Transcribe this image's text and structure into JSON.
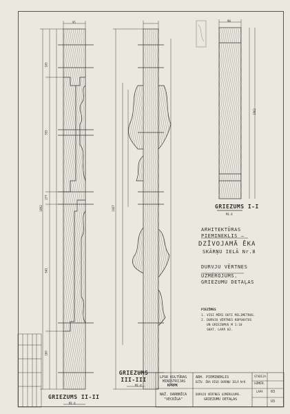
{
  "sections": {
    "s1": {
      "label": "GRIEZUMS II-II",
      "scale": "M1:4"
    },
    "s2": {
      "label": "GRIEZUMS III-III",
      "scale": "M1:4"
    },
    "s3": {
      "label": "GRIEZUMS I-I",
      "scale": "M1:4"
    }
  },
  "heading": {
    "line1": "ARHITEKTŪRAS",
    "line2": "PIEMINEKLIS —",
    "line3": "DZĪVOJAMĀ ĒKA",
    "line4": "SKĀRŅU IELĀ Nr.8"
  },
  "subheading": {
    "line1": "DURVJU VĒRTNES",
    "line2": "UZMĒROJUMS.",
    "line3": "GRIEZUMU DETAĻAS"
  },
  "notes": {
    "title": "PIEZĪMES",
    "n1": "1. VISI MĒRI DOTI MILIMETROS.",
    "n2": "2. DURVJU VĒRTNES KOPSKATUS",
    "n3": "UN GRIEZUMUS M 1:10",
    "n4": "SKAT. LAPĀ 02."
  },
  "title_block": {
    "org1": "LPSR KULTŪRAS",
    "org2": "MINISTRIJAS",
    "org3": "KPRPK",
    "obj1": "ARH. PIEMINEKLIS",
    "obj2": "DZĪV. ĒKA RĪGĀ SKĀRŅU IELĀ Nr8",
    "sheet_title1": "DURVJU VĒRTNES UZMĒROJUMS.",
    "sheet_title2": "GRIEZUMU DETAĻAS",
    "dept": "NAŽ. DARBNĪCA",
    "dept2": "\"VECRĪGA\"",
    "stadija_h": "STADIJA",
    "stadija_v": "UZMĒR.",
    "lapa": "LAPA",
    "sheet_no": "03",
    "format": "U3"
  },
  "dimensions": {
    "total_h": "1892",
    "top": "95",
    "d1": "165",
    "d2": "555",
    "d3": "277",
    "d4": "641",
    "d5": "160",
    "tot2": "1927",
    "i1": "1562",
    "i2": "90"
  },
  "colors": {
    "paper": "#ebe8df",
    "ink": "#3a3a3a"
  }
}
